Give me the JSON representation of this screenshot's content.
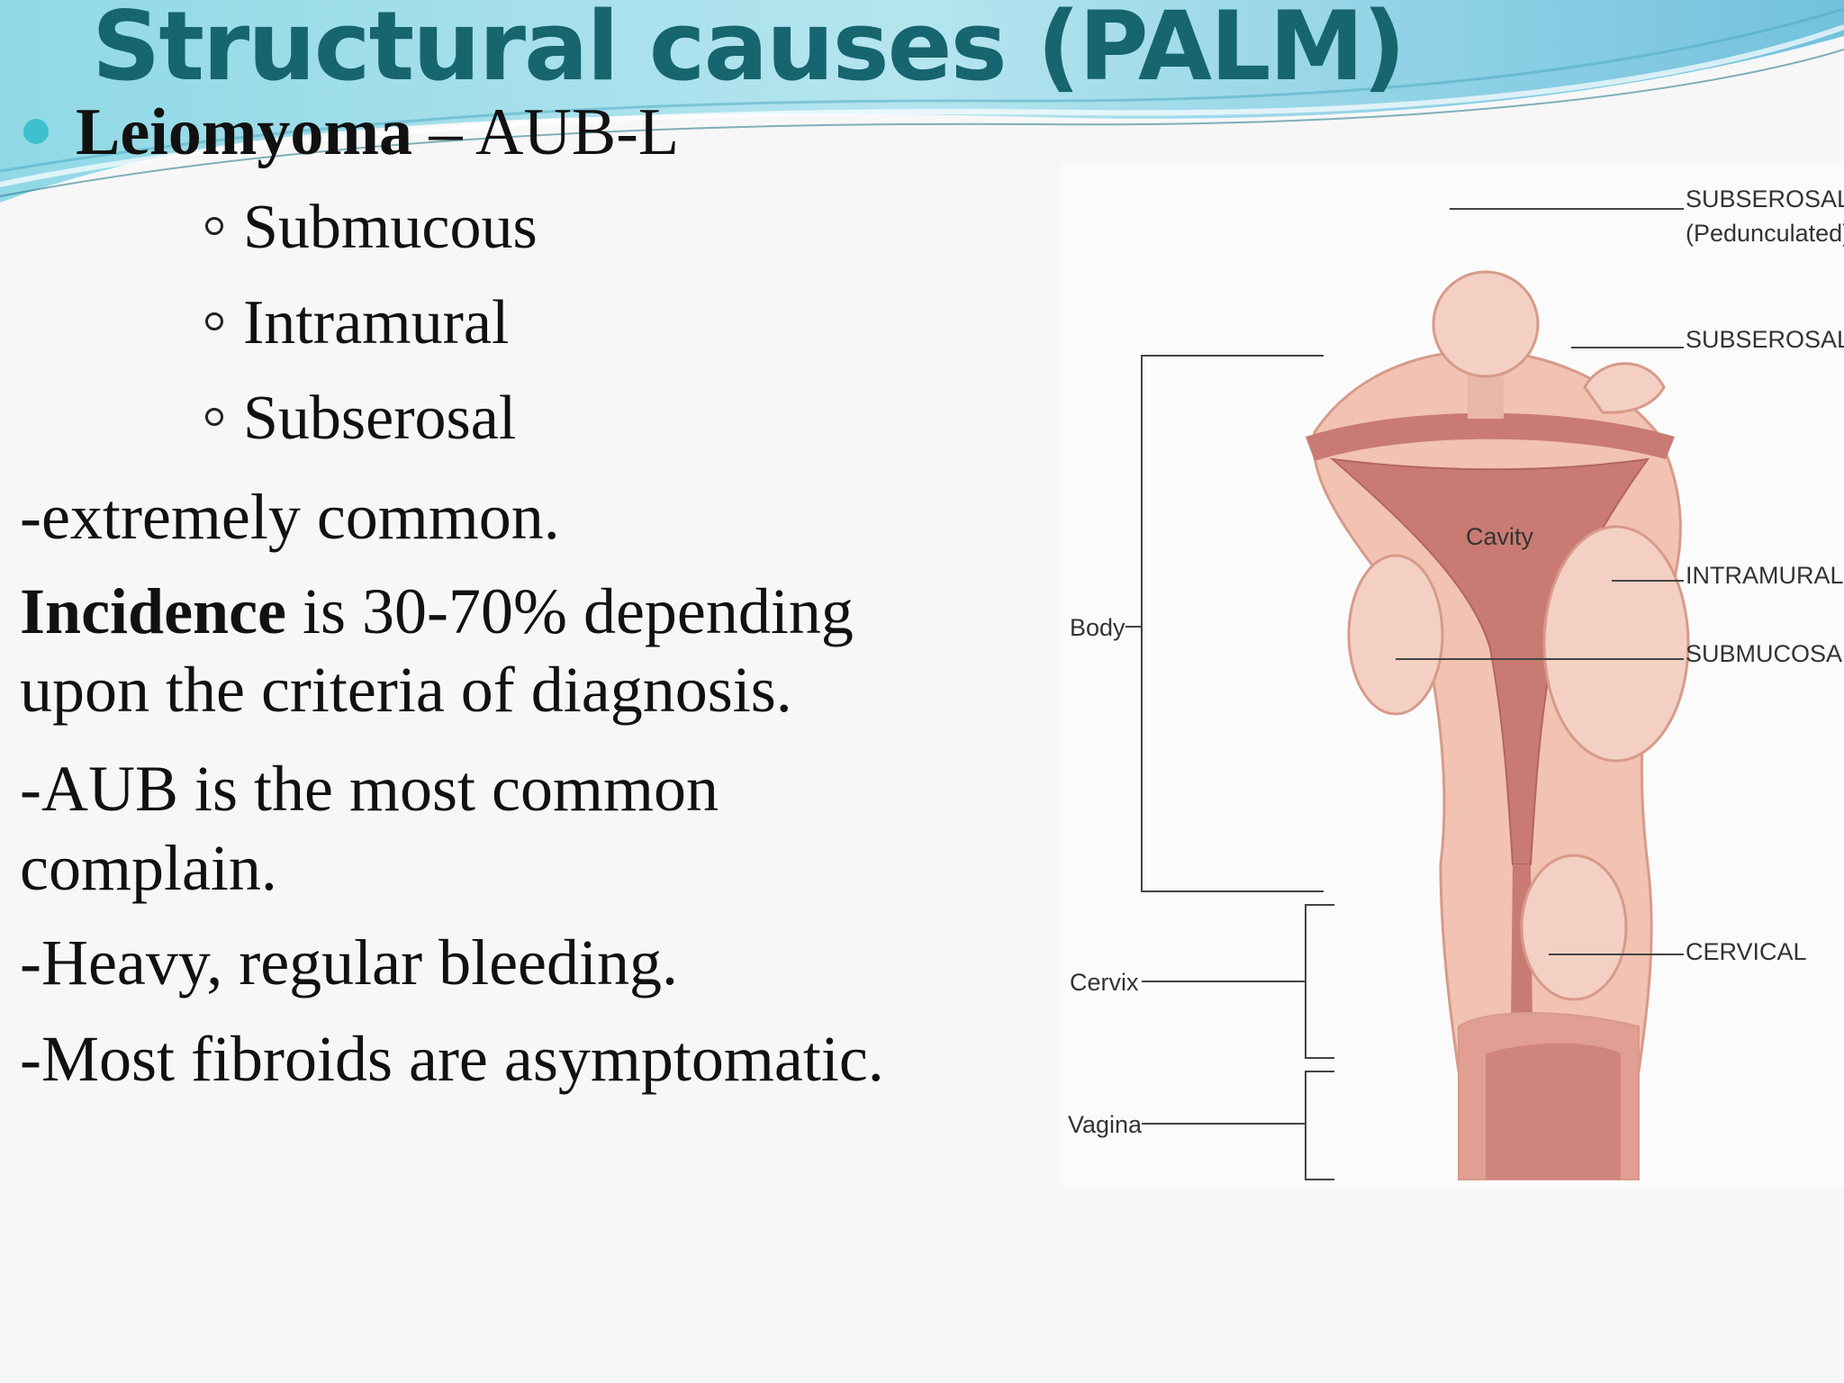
{
  "slide": {
    "title": "Structural causes (PALM)",
    "bullet": {
      "term": "Leiomyoma",
      "rest": " – AUB-L"
    },
    "subtypes": [
      "Submucous",
      "Intramural",
      "Subserosal"
    ],
    "lines": {
      "l1": "-extremely common.",
      "incidence_term": "Incidence",
      "incidence_rest": " is 30-70% depending",
      "l3": "upon the criteria of diagnosis.",
      "l4": "-AUB is the most common",
      "l5": "complain.",
      "l6": "-Heavy, regular bleeding.",
      "l7": "-Most fibroids are asymptomatic."
    }
  },
  "figure": {
    "labels": {
      "subserosal_pedunculated_1": "SUBSEROSAL",
      "subserosal_pedunculated_2": "(Pedunculated)",
      "subserosal": "SUBSEROSAL",
      "cavity": "Cavity",
      "intramural": "INTRAMURAL",
      "submucosal": "SUBMUCOSAL",
      "cervical": "CERVICAL",
      "body": "Body",
      "cervix": "Cervix",
      "vagina": "Vagina"
    }
  },
  "colors": {
    "title": "#17656e",
    "bullet": "#3fc0cf",
    "tissue": "#f2c2b2",
    "cavity": "#c97b73"
  }
}
